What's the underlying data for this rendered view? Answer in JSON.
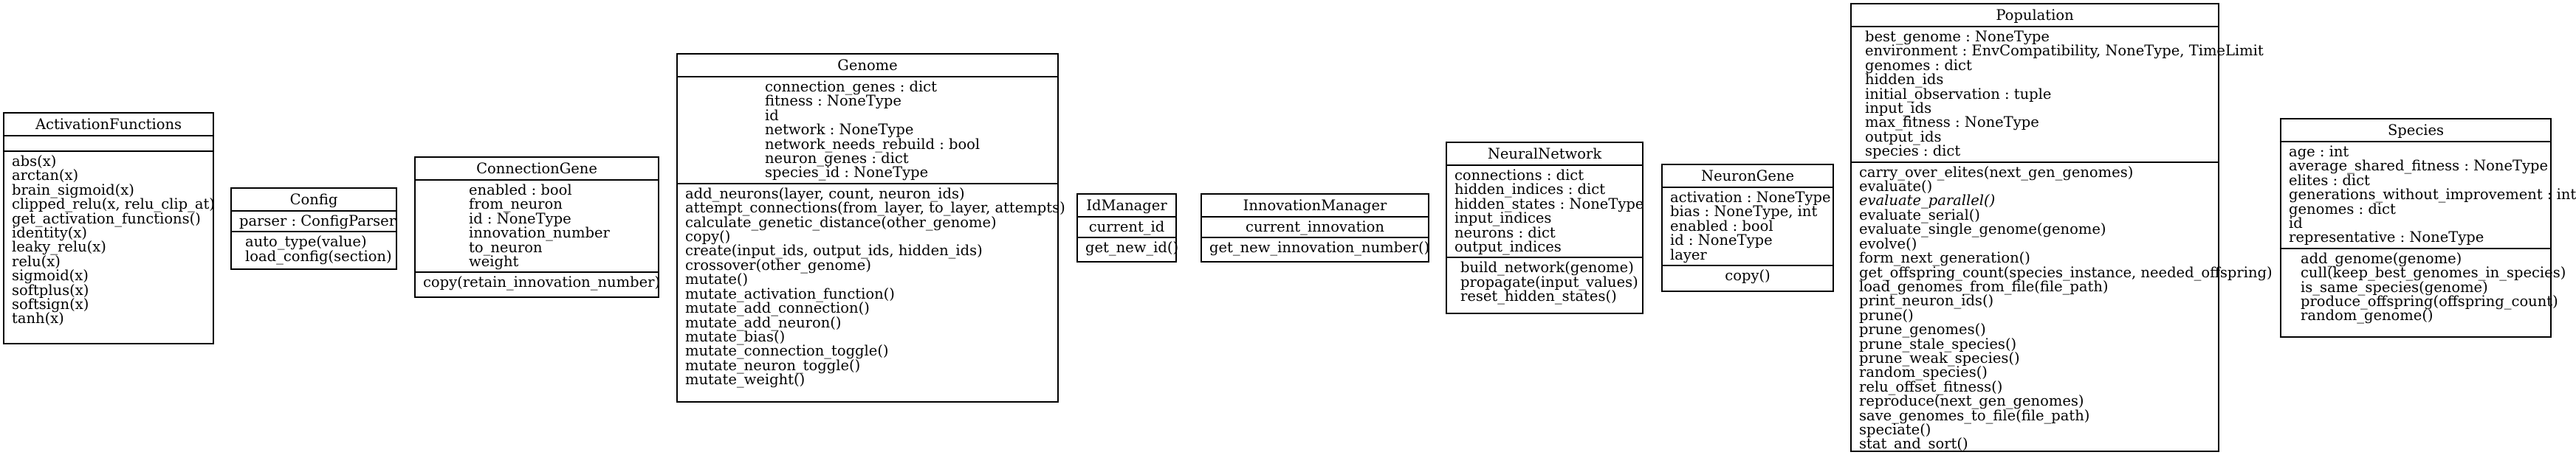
{
  "classes": [
    {
      "id": "activationfunctions",
      "name": "ActivationFunctions",
      "attributes": [],
      "methods": [
        "abs(x)",
        "arctan(x)",
        "brain_sigmoid(x)",
        "clipped_relu(x, relu_clip_at)",
        "get_activation_functions()",
        "identity(x)",
        "leaky_relu(x)",
        "relu(x)",
        "sigmoid(x)",
        "softplus(x)",
        "softsign(x)",
        "tanh(x)"
      ]
    },
    {
      "id": "config",
      "name": "Config",
      "attributes": [
        "parser : ConfigParser"
      ],
      "methods": [
        "auto_type(value)",
        "load_config(section)"
      ]
    },
    {
      "id": "connectiongene",
      "name": "ConnectionGene",
      "attributes": [
        "enabled : bool",
        "from_neuron",
        "id : NoneType",
        "innovation_number",
        "to_neuron",
        "weight"
      ],
      "methods": [
        "copy(retain_innovation_number)"
      ]
    },
    {
      "id": "genome",
      "name": "Genome",
      "attributes": [
        "connection_genes : dict",
        "fitness : NoneType",
        "id",
        "network : NoneType",
        "network_needs_rebuild : bool",
        "neuron_genes : dict",
        "species_id : NoneType"
      ],
      "methods": [
        "add_neurons(layer, count, neuron_ids)",
        "attempt_connections(from_layer, to_layer, attempts)",
        "calculate_genetic_distance(other_genome)",
        "copy()",
        "create(input_ids, output_ids, hidden_ids)",
        "crossover(other_genome)",
        "mutate()",
        "mutate_activation_function()",
        "mutate_add_connection()",
        "mutate_add_neuron()",
        "mutate_bias()",
        "mutate_connection_toggle()",
        "mutate_neuron_toggle()",
        "mutate_weight()"
      ]
    },
    {
      "id": "idmanager",
      "name": "IdManager",
      "attributes": [
        "current_id"
      ],
      "methods": [
        "get_new_id()"
      ]
    },
    {
      "id": "innovationmanager",
      "name": "InnovationManager",
      "attributes": [
        "current_innovation"
      ],
      "methods": [
        "get_new_innovation_number()"
      ]
    },
    {
      "id": "neuralnetwork",
      "name": "NeuralNetwork",
      "attributes": [
        "connections : dict",
        "hidden_indices : dict",
        "hidden_states : NoneType",
        "input_indices",
        "neurons : dict",
        "output_indices"
      ],
      "methods": [
        "build_network(genome)",
        "propagate(input_values)",
        "reset_hidden_states()"
      ]
    },
    {
      "id": "neurongene",
      "name": "NeuronGene",
      "attributes": [
        "activation : NoneType",
        "bias : NoneType, int",
        "enabled : bool",
        "id : NoneType",
        "layer"
      ],
      "methods": [
        "copy()"
      ]
    },
    {
      "id": "population",
      "name": "Population",
      "attributes": [
        "best_genome : NoneType",
        "environment : EnvCompatibility, NoneType, TimeLimit",
        "genomes : dict",
        "hidden_ids",
        "initial_observation : tuple",
        "input_ids",
        "max_fitness : NoneType",
        "output_ids",
        "species : dict"
      ],
      "methods": [
        "carry_over_elites(next_gen_genomes)",
        "evaluate()",
        "evaluate_parallel()",
        "evaluate_serial()",
        "evaluate_single_genome(genome)",
        "evolve()",
        "form_next_generation()",
        "get_offspring_count(species_instance, needed_offspring)",
        "load_genomes_from_file(file_path)",
        "print_neuron_ids()",
        "prune()",
        "prune_genomes()",
        "prune_stale_species()",
        "prune_weak_species()",
        "random_species()",
        "relu_offset_fitness()",
        "reproduce(next_gen_genomes)",
        "save_genomes_to_file(file_path)",
        "speciate()",
        "stat_and_sort()"
      ],
      "italic_methods": [
        "evaluate_parallel()"
      ]
    },
    {
      "id": "species",
      "name": "Species",
      "attributes": [
        "age : int",
        "average_shared_fitness : NoneType",
        "elites : dict",
        "generations_without_improvement : int",
        "genomes : dict",
        "id",
        "representative : NoneType"
      ],
      "methods": [
        "add_genome(genome)",
        "cull(keep_best_genomes_in_species)",
        "is_same_species(genome)",
        "produce_offspring(offspring_count)",
        "random_genome()"
      ]
    }
  ]
}
